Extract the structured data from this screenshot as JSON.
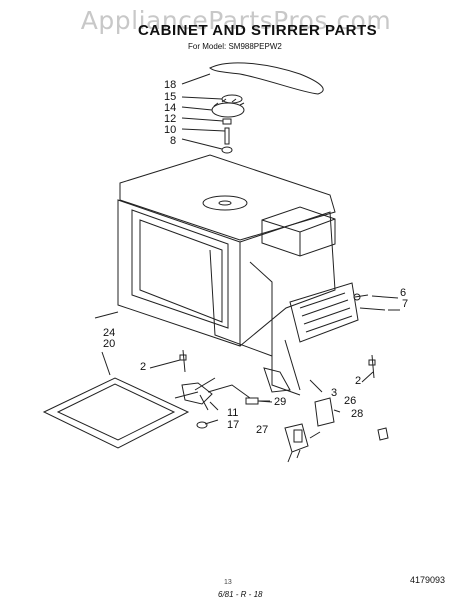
{
  "watermark": "AppliancePartsPros.com",
  "title": "CABINET AND STIRRER PARTS",
  "subtitle": "For Model: SM988PEPW2",
  "part_labels": [
    {
      "id": "18",
      "text": "18"
    },
    {
      "id": "15",
      "text": "15"
    },
    {
      "id": "14",
      "text": "14"
    },
    {
      "id": "12",
      "text": "12"
    },
    {
      "id": "10",
      "text": "10"
    },
    {
      "id": "8",
      "text": "8"
    },
    {
      "id": "6",
      "text": "6"
    },
    {
      "id": "7",
      "text": "7"
    },
    {
      "id": "24",
      "text": "24"
    },
    {
      "id": "20",
      "text": "20"
    },
    {
      "id": "2a",
      "text": "2"
    },
    {
      "id": "2b",
      "text": "2"
    },
    {
      "id": "3",
      "text": "3"
    },
    {
      "id": "29",
      "text": "29"
    },
    {
      "id": "26",
      "text": "26"
    },
    {
      "id": "28",
      "text": "28"
    },
    {
      "id": "11",
      "text": "11"
    },
    {
      "id": "17",
      "text": "17"
    },
    {
      "id": "27",
      "text": "27"
    }
  ],
  "footer": {
    "page_number": "13",
    "document_number": "4179093",
    "handwritten": "6/81 - R - 18"
  }
}
